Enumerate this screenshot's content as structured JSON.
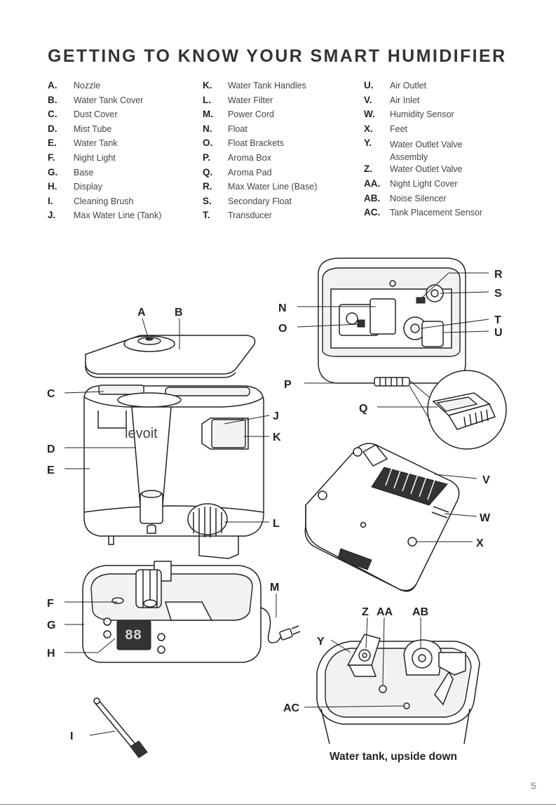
{
  "title": "GETTING TO KNOW YOUR SMART HUMIDIFIER",
  "parts_columns": [
    [
      {
        "letter": "A.",
        "name": "Nozzle"
      },
      {
        "letter": "B.",
        "name": "Water Tank Cover"
      },
      {
        "letter": "C.",
        "name": "Dust Cover"
      },
      {
        "letter": "D.",
        "name": "Mist Tube"
      },
      {
        "letter": "E.",
        "name": "Water Tank"
      },
      {
        "letter": "F.",
        "name": "Night Light"
      },
      {
        "letter": "G.",
        "name": "Base"
      },
      {
        "letter": "H.",
        "name": "Display"
      },
      {
        "letter": "I.",
        "name": "Cleaning Brush"
      },
      {
        "letter": "J.",
        "name": "Max Water Line (Tank)"
      }
    ],
    [
      {
        "letter": "K.",
        "name": "Water Tank Handles"
      },
      {
        "letter": "L.",
        "name": "Water Filter"
      },
      {
        "letter": "M.",
        "name": "Power Cord"
      },
      {
        "letter": "N.",
        "name": "Float"
      },
      {
        "letter": "O.",
        "name": "Float Brackets"
      },
      {
        "letter": "P.",
        "name": "Aroma Box"
      },
      {
        "letter": "Q.",
        "name": "Aroma Pad"
      },
      {
        "letter": "R.",
        "name": "Max Water Line (Base)"
      },
      {
        "letter": "S.",
        "name": "Secondary Float"
      },
      {
        "letter": "T.",
        "name": "Transducer"
      }
    ],
    [
      {
        "letter": "U.",
        "name": "Air Outlet"
      },
      {
        "letter": "V.",
        "name": "Air Inlet"
      },
      {
        "letter": "W.",
        "name": "Humidity Sensor"
      },
      {
        "letter": "X.",
        "name": "Feet"
      },
      {
        "letter": "Y.",
        "name": "Water Outlet Valve Assembly"
      },
      {
        "letter": "Z.",
        "name": "Water Outlet Valve"
      },
      {
        "letter": "AA.",
        "name": "Night Light Cover"
      },
      {
        "letter": "AB.",
        "name": "Noise Silencer"
      },
      {
        "letter": "AC.",
        "name": "Tank Placement Sensor"
      }
    ]
  ],
  "callouts": {
    "A": "A",
    "B": "B",
    "C": "C",
    "D": "D",
    "E": "E",
    "F": "F",
    "G": "G",
    "H": "H",
    "I": "I",
    "J": "J",
    "K": "K",
    "L": "L",
    "M": "M",
    "N": "N",
    "O": "O",
    "P": "P",
    "Q": "Q",
    "R": "R",
    "S": "S",
    "T": "T",
    "U": "U",
    "V": "V",
    "W": "W",
    "X": "X",
    "Y": "Y",
    "Z": "Z",
    "AA": "AA",
    "AB": "AB",
    "AC": "AC"
  },
  "brand_logo": "levoit",
  "display_readout": "88",
  "caption": "Water tank, upside down",
  "page_number": "5"
}
